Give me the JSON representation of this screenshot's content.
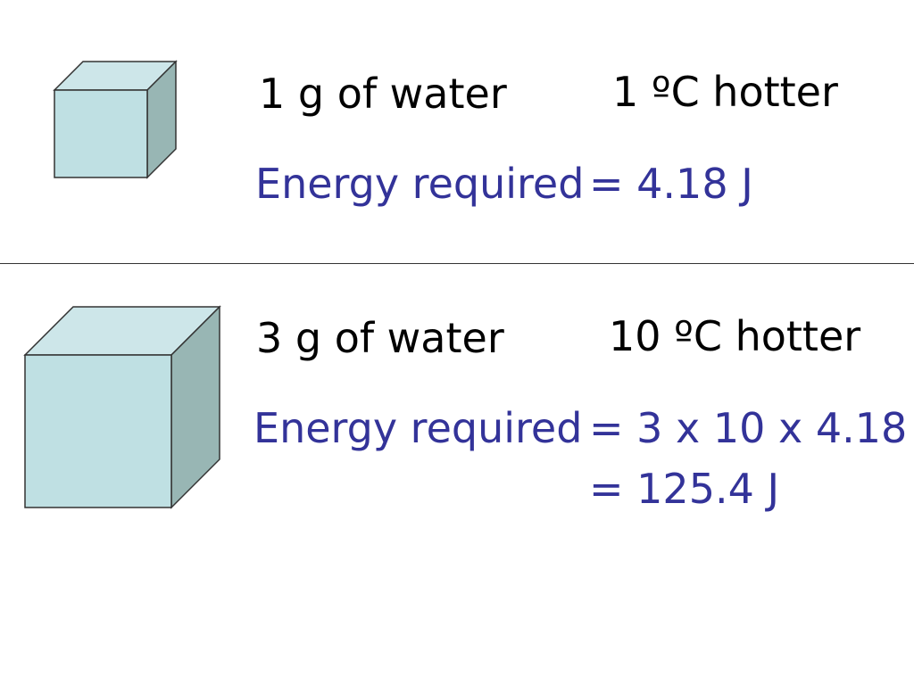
{
  "colors": {
    "cube_front": "#BFE0E3",
    "cube_top": "#CDE6E9",
    "cube_side": "#98B6B4",
    "cube_edge": "#333333",
    "energy_text": "#333399",
    "body_text": "#000000"
  },
  "top_section": {
    "mass": "1 g of water",
    "temperature": "1 ºC  hotter",
    "energy_label": "Energy required",
    "energy_value": "= 4.18 J"
  },
  "bottom_section": {
    "mass": "3 g of water",
    "temperature": "10 ºC  hotter",
    "energy_label": "Energy required",
    "energy_formula": "= 3 x 10 x 4.18",
    "energy_result": "= 125.4 J"
  }
}
